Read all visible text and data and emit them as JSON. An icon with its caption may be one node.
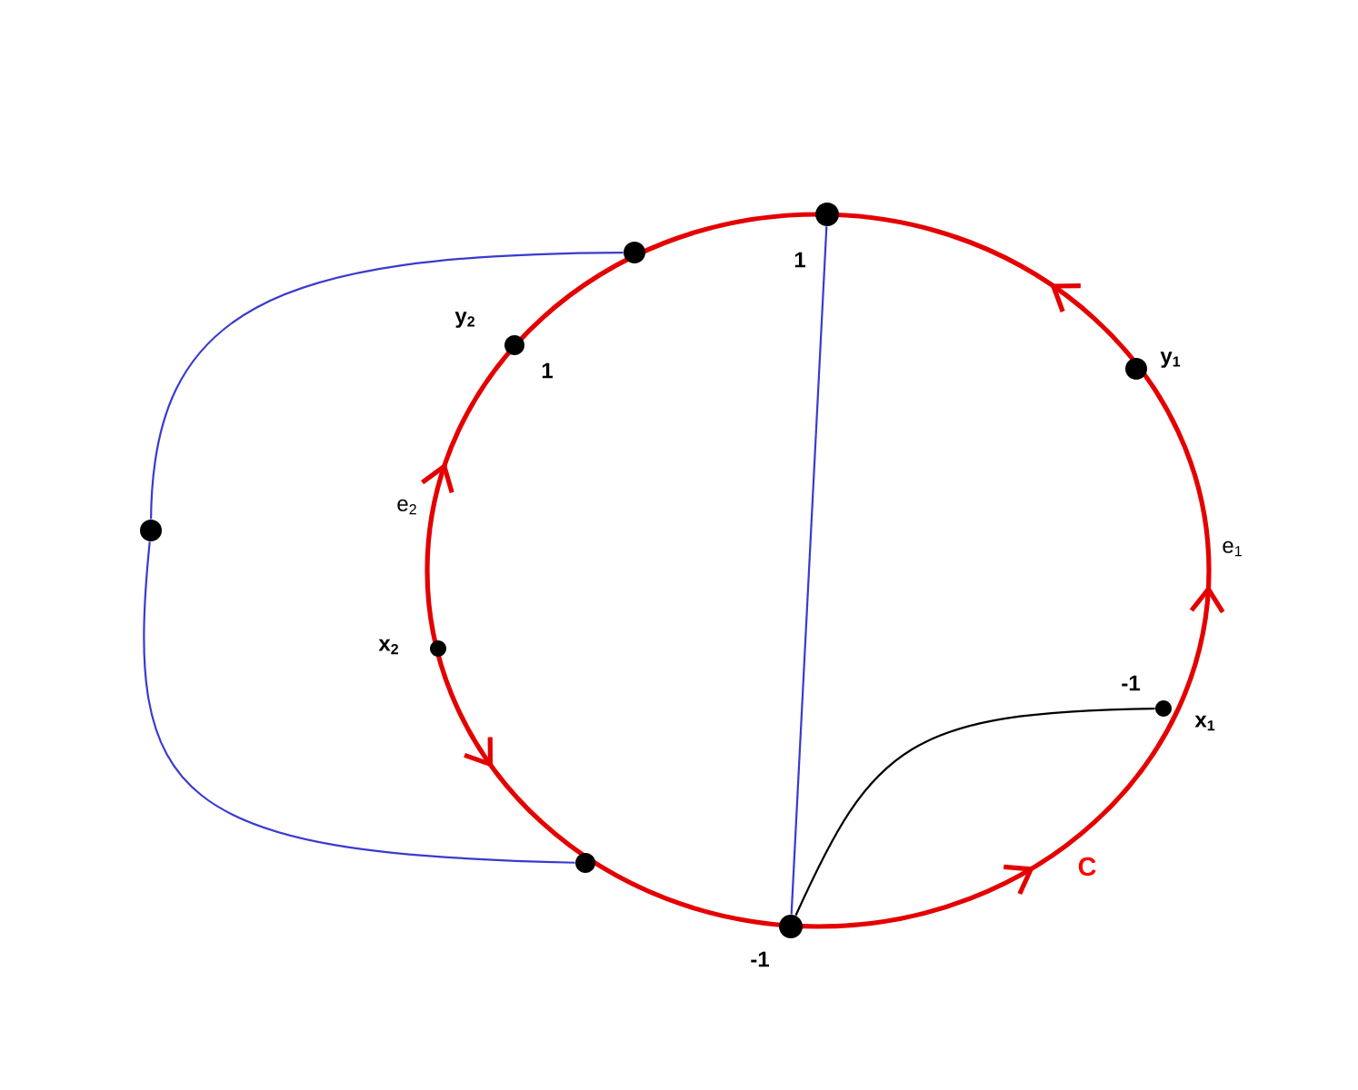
{
  "diagram": {
    "nodes": [
      {
        "text": [],
        "shape": "circle",
        "beside": [
          "1"
        ]
      },
      {
        "text": [],
        "shape": "circle"
      },
      {
        "text": [],
        "shape": "circle",
        "beside": [
          "y$_{2}$",
          "1"
        ]
      },
      {
        "text": [],
        "shape": "circle"
      },
      {
        "text": [],
        "shape": "circle",
        "beside": [
          "y$_{1}$"
        ]
      },
      {
        "text": [],
        "shape": "circle",
        "beside": [
          "x$_{2}$"
        ]
      },
      {
        "text": [],
        "shape": "circle",
        "beside": [
          "-1",
          "x$_{1}$"
        ]
      },
      {
        "text": [],
        "shape": "circle"
      },
      {
        "text": [],
        "shape": "circle",
        "beside": [
          "-1"
        ]
      }
    ],
    "edges": [
      {
        "from": 0,
        "to": 8,
        "arrow": "none"
      },
      {
        "from": 1,
        "to": 3,
        "arrow": "none"
      },
      {
        "from": 3,
        "to": 7,
        "arrow": "none"
      },
      {
        "from": 8,
        "to": 6,
        "arrow": "none",
        "color": "#000000"
      }
    ],
    "labels": [
      "e$_{1}$",
      "e$_{2}$",
      "C"
    ]
  }
}
